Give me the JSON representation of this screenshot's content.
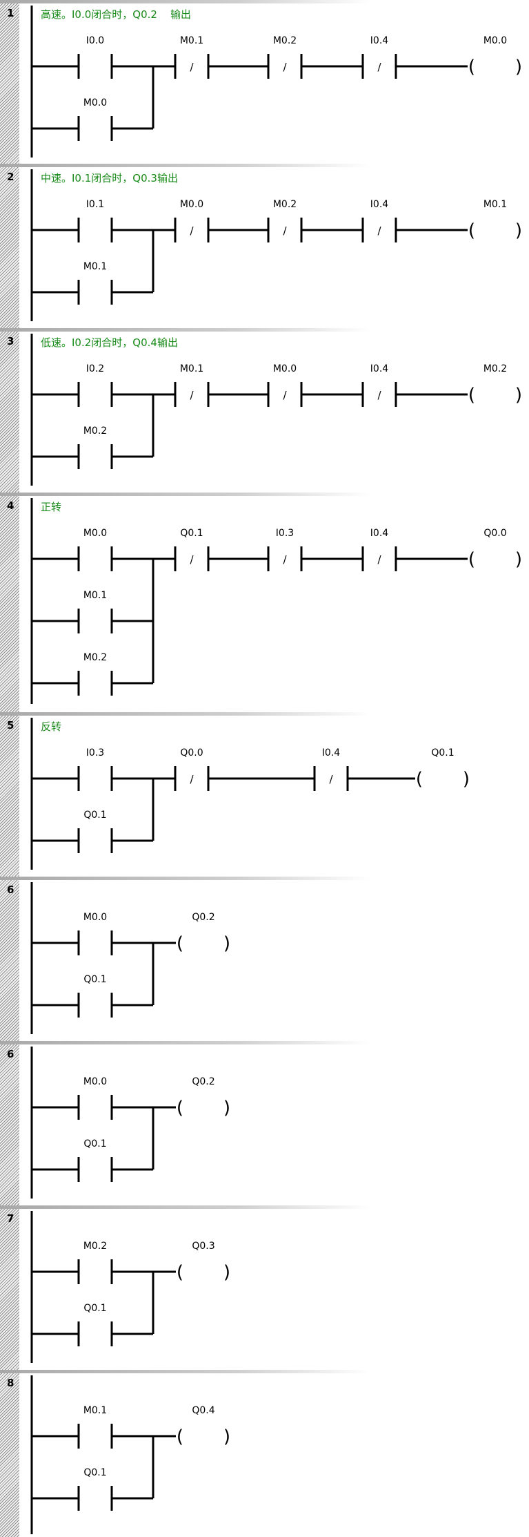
{
  "networks": [
    {
      "number": "1",
      "comment": "高速。I0.0闭合时，Q0.2    输出",
      "main": [
        {
          "kind": "NO",
          "label": "I0.0"
        },
        {
          "kind": "NC",
          "label": "M0.1"
        },
        {
          "kind": "NC",
          "label": "M0.2"
        },
        {
          "kind": "NC",
          "label": "I0.4"
        },
        {
          "kind": "coil",
          "label": "M0.0"
        }
      ],
      "branches": [
        "M0.0"
      ]
    },
    {
      "number": "2",
      "comment": "中速。I0.1闭合时，Q0.3输出",
      "main": [
        {
          "kind": "NO",
          "label": "I0.1"
        },
        {
          "kind": "NC",
          "label": "M0.0"
        },
        {
          "kind": "NC",
          "label": "M0.2"
        },
        {
          "kind": "NC",
          "label": "I0.4"
        },
        {
          "kind": "coil",
          "label": "M0.1"
        }
      ],
      "branches": [
        "M0.1"
      ]
    },
    {
      "number": "3",
      "comment": "低速。I0.2闭合时，Q0.4输出",
      "main": [
        {
          "kind": "NO",
          "label": "I0.2"
        },
        {
          "kind": "NC",
          "label": "M0.1"
        },
        {
          "kind": "NC",
          "label": "M0.0"
        },
        {
          "kind": "NC",
          "label": "I0.4"
        },
        {
          "kind": "coil",
          "label": "M0.2"
        }
      ],
      "branches": [
        "M0.2"
      ]
    },
    {
      "number": "4",
      "comment": "正转",
      "main": [
        {
          "kind": "NO",
          "label": "M0.0"
        },
        {
          "kind": "NC",
          "label": "Q0.1"
        },
        {
          "kind": "NC",
          "label": "I0.3"
        },
        {
          "kind": "NC",
          "label": "I0.4"
        },
        {
          "kind": "coil",
          "label": "Q0.0"
        }
      ],
      "branches": [
        "M0.1",
        "M0.2"
      ]
    },
    {
      "number": "5",
      "comment": "反转",
      "main": [
        {
          "kind": "NO",
          "label": "I0.3"
        },
        {
          "kind": "NC",
          "label": "Q0.0"
        },
        {
          "kind": "NC",
          "label": "I0.4"
        },
        {
          "kind": "coil",
          "label": "Q0.1"
        }
      ],
      "branches": [
        "Q0.1"
      ]
    },
    {
      "number": "6",
      "comment": "",
      "main": [
        {
          "kind": "NO",
          "label": "M0.0"
        },
        {
          "kind": "coil",
          "label": "Q0.2"
        }
      ],
      "branches": [
        "Q0.1"
      ]
    },
    {
      "number": "6",
      "comment": "",
      "main": [
        {
          "kind": "NO",
          "label": "M0.0"
        },
        {
          "kind": "coil",
          "label": "Q0.2"
        }
      ],
      "branches": [
        "Q0.1"
      ]
    },
    {
      "number": "7",
      "comment": "",
      "main": [
        {
          "kind": "NO",
          "label": "M0.2"
        },
        {
          "kind": "coil",
          "label": "Q0.3"
        }
      ],
      "branches": [
        "Q0.1"
      ]
    },
    {
      "number": "8",
      "comment": "",
      "main": [
        {
          "kind": "NO",
          "label": "M0.1"
        },
        {
          "kind": "coil",
          "label": "Q0.4"
        }
      ],
      "branches": [
        "Q0.1"
      ]
    }
  ]
}
